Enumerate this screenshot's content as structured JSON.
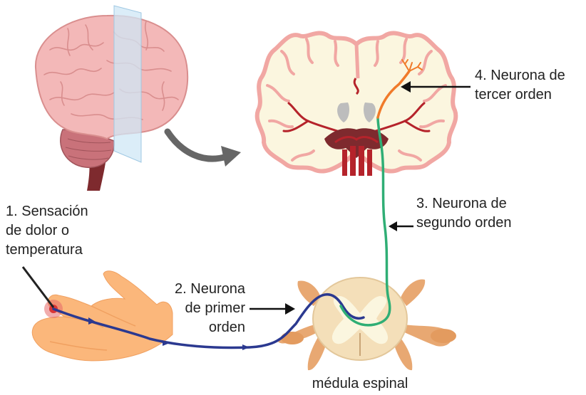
{
  "labels": {
    "step1": [
      "1. Sensación",
      "de dolor o",
      "temperatura"
    ],
    "step2": [
      "2. Neurona",
      "de primer",
      "orden"
    ],
    "step3": [
      "3. Neurona de",
      "segundo orden"
    ],
    "step4": [
      "4. Neurona de",
      "tercer orden"
    ],
    "spinal": "médula espinal"
  },
  "colors": {
    "neuron1": "#2b3990",
    "neuron2": "#2fae75",
    "neuron3": "#f07a2a",
    "brain": "#f3b8b8",
    "cerebellum": "#c9727a",
    "slice_fill": "#fbf6df",
    "slice_outline": "#f1a7a3",
    "vessels": "#b5232b",
    "hand": "#fbb77b",
    "spinal_grey": "#f4dfb9",
    "nerves": "#e8a872",
    "plane": "#cfe7f5",
    "arrow": "#666666"
  }
}
